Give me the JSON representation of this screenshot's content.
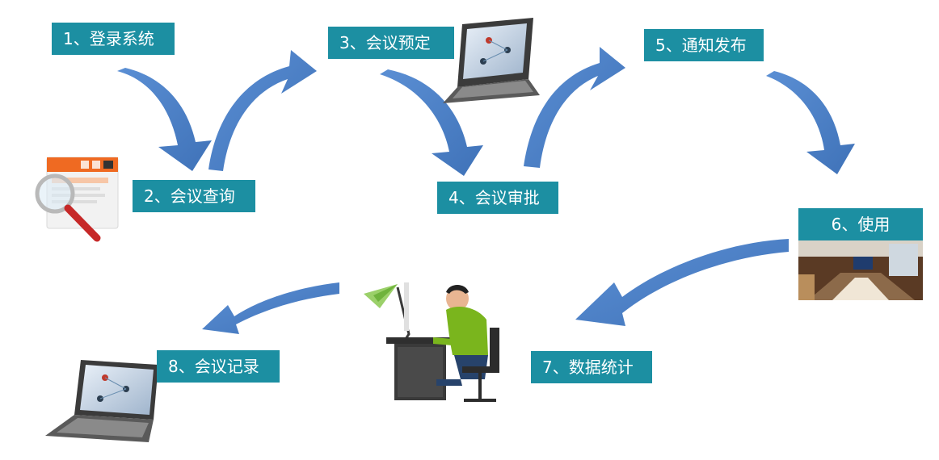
{
  "steps": [
    {
      "label": "1、登录系统"
    },
    {
      "label": "2、会议查询"
    },
    {
      "label": "3、会议预定"
    },
    {
      "label": "4、会议审批"
    },
    {
      "label": "5、通知发布"
    },
    {
      "label": "6、使用"
    },
    {
      "label": "7、数据统计"
    },
    {
      "label": "8、会议记录"
    }
  ],
  "colors": {
    "step_box": "#1c8fa2",
    "arrow": "#4a7dc2"
  },
  "icons": [
    "browser-search-icon",
    "laptop-icon",
    "meeting-room-photo",
    "person-at-computer-icon",
    "paper-plane-icon"
  ]
}
